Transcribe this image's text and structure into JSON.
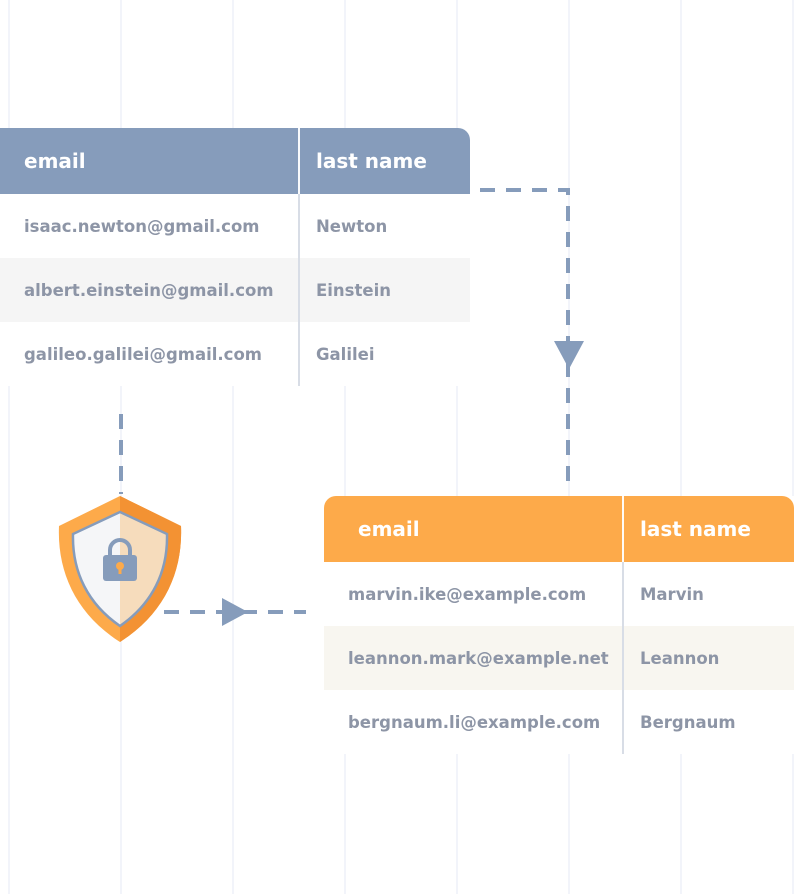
{
  "source_table": {
    "headers": {
      "email": "email",
      "last_name": "last name"
    },
    "rows": [
      {
        "email": "isaac.newton@gmail.com",
        "last_name": "Newton"
      },
      {
        "email": "albert.einstein@gmail.com",
        "last_name": "Einstein"
      },
      {
        "email": "galileo.galilei@gmail.com",
        "last_name": "Galilei"
      }
    ],
    "header_color": "#869cbb"
  },
  "target_table": {
    "headers": {
      "email": "email",
      "last_name": "last name"
    },
    "rows": [
      {
        "email": "marvin.ike@example.com",
        "last_name": "Marvin"
      },
      {
        "email": "leannon.mark@example.net",
        "last_name": "Leannon"
      },
      {
        "email": "bergnaum.li@example.com",
        "last_name": "Bergnaum"
      }
    ],
    "header_color": "#fdaa4a"
  },
  "icons": {
    "shield": "shield-lock-icon",
    "lock": "lock-icon",
    "arrow": "dashed-arrow"
  },
  "colors": {
    "connector": "#869cbb",
    "shield_orange": "#fdaa4a",
    "shield_dark_orange": "#f39233",
    "text": "#8d95a6"
  }
}
